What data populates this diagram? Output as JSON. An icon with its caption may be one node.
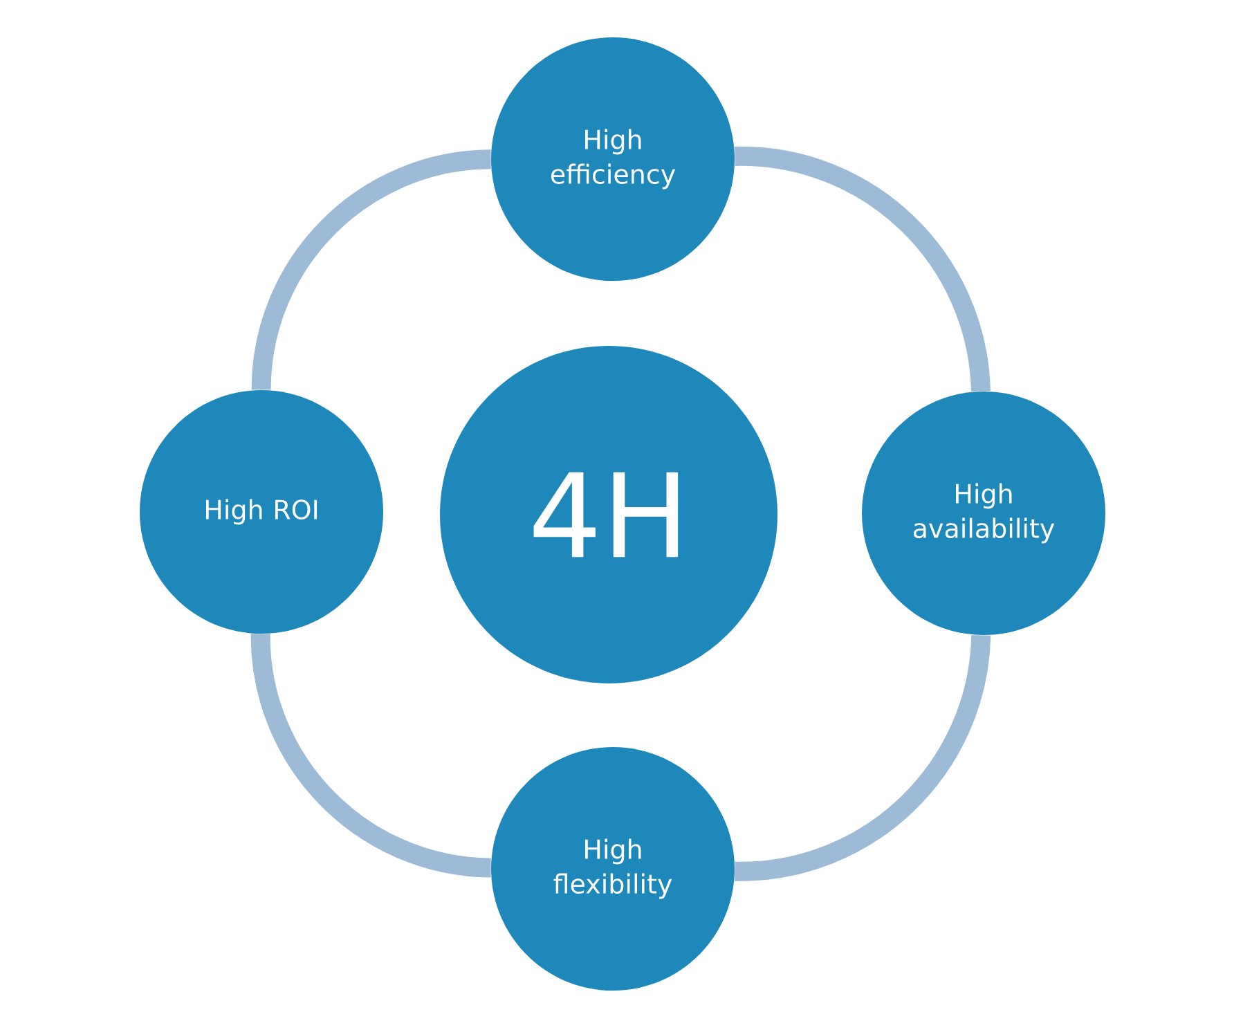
{
  "diagram": {
    "nodes": [
      {
        "text": [
          "High efficiency"
        ]
      },
      {
        "text": [
          "High ROI"
        ]
      },
      {
        "text": [
          "4H"
        ]
      },
      {
        "text": [
          "High availability"
        ]
      },
      {
        "text": [
          "High flexibility"
        ]
      }
    ],
    "edges": [
      {
        "from": 0,
        "to": 3,
        "arrow": "none"
      },
      {
        "from": 3,
        "to": 4,
        "arrow": "none"
      },
      {
        "from": 4,
        "to": 1,
        "arrow": "none"
      },
      {
        "from": 1,
        "to": 0,
        "arrow": "none"
      }
    ]
  }
}
